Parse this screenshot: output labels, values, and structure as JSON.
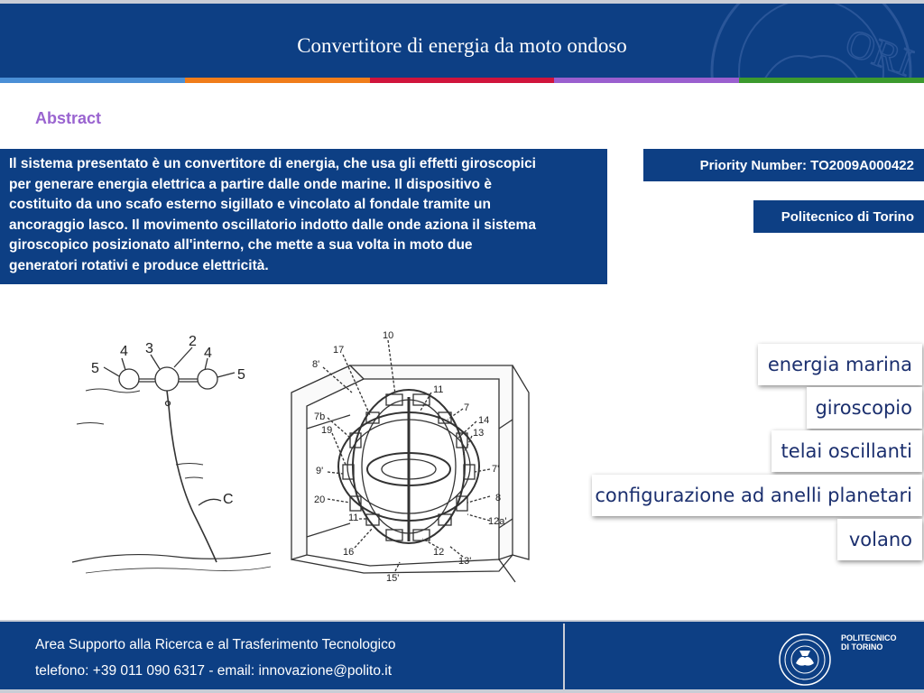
{
  "header": {
    "title": "Convertitore di energia da moto ondoso",
    "seal_text": "ORI"
  },
  "color_bar": [
    "#4a8fd6",
    "#f07d1a",
    "#d0143c",
    "#9a5fcf",
    "#3c9a2e"
  ],
  "abstract": {
    "heading": "Abstract",
    "lines": [
      "Il sistema presentato è un convertitore di energia, che usa gli effetti giroscopici",
      "per generare energia elettrica a partire dalle onde marine. Il dispositivo è",
      "costituito da uno scafo esterno sigillato e vincolato al fondale tramite un",
      "ancoraggio lasco. Il movimento oscillatorio indotto dalle onde aziona il sistema",
      "giroscopico posizionato all'interno, che mette a sua volta in moto due",
      "generatori rotativi e produce elettricità."
    ]
  },
  "patent": {
    "priority": "Priority Number: TO2009A000422",
    "owner": "Politecnico di Torino"
  },
  "keywords": [
    "energia marina",
    "giroscopio",
    "telai oscillanti",
    "configurazione ad anelli planetari",
    "volano"
  ],
  "figure_left": {
    "labels": [
      "5",
      "4",
      "3",
      "2",
      "4",
      "5",
      "C"
    ]
  },
  "figure_right": {
    "labels": [
      "17",
      "10",
      "8'",
      "11",
      "7",
      "14",
      "7b",
      "13",
      "19",
      "9'",
      "7'",
      "20",
      "8",
      "11",
      "12a'",
      "16",
      "12",
      "13'",
      "15'"
    ]
  },
  "footer": {
    "line1": "Area Supporto alla Ricerca e al Trasferimento Tecnologico",
    "line2": "telefono: +39 011 090 6317 - email: innovazione@polito.it",
    "brand_line1": "POLITECNICO",
    "brand_line2": "DI TORINO"
  }
}
